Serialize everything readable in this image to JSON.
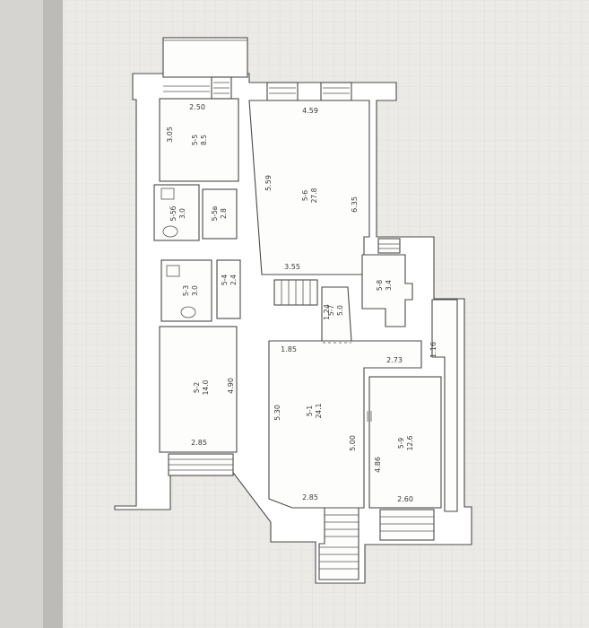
{
  "rooms": [
    {
      "id": "5-5",
      "area": "8.5"
    },
    {
      "id": "5-6",
      "area": "27.8"
    },
    {
      "id": "5-5б",
      "area": "3.0"
    },
    {
      "id": "5-5в",
      "area": "2.8"
    },
    {
      "id": "5-3",
      "area": "3.0"
    },
    {
      "id": "5-4",
      "area": "2.4"
    },
    {
      "id": "5-8",
      "area": "3.4"
    },
    {
      "id": "5-7",
      "area": "5.0"
    },
    {
      "id": "5-2",
      "area": "14.0"
    },
    {
      "id": "5-1",
      "area": "24.1"
    },
    {
      "id": "5-9",
      "area": "12.6"
    }
  ],
  "dimensions": {
    "d250": "2.50",
    "d305": "3.05",
    "d459": "4.59",
    "d559": "5.59",
    "d635": "6.35",
    "d355": "3.55",
    "d124": "1.24",
    "d185": "1.85",
    "d273": "2.73",
    "d116": "1.16",
    "d490": "4.90",
    "d285a": "2.85",
    "d530": "5.30",
    "d500": "5.00",
    "d486": "4.86",
    "d285b": "2.85",
    "d260": "2.60"
  }
}
